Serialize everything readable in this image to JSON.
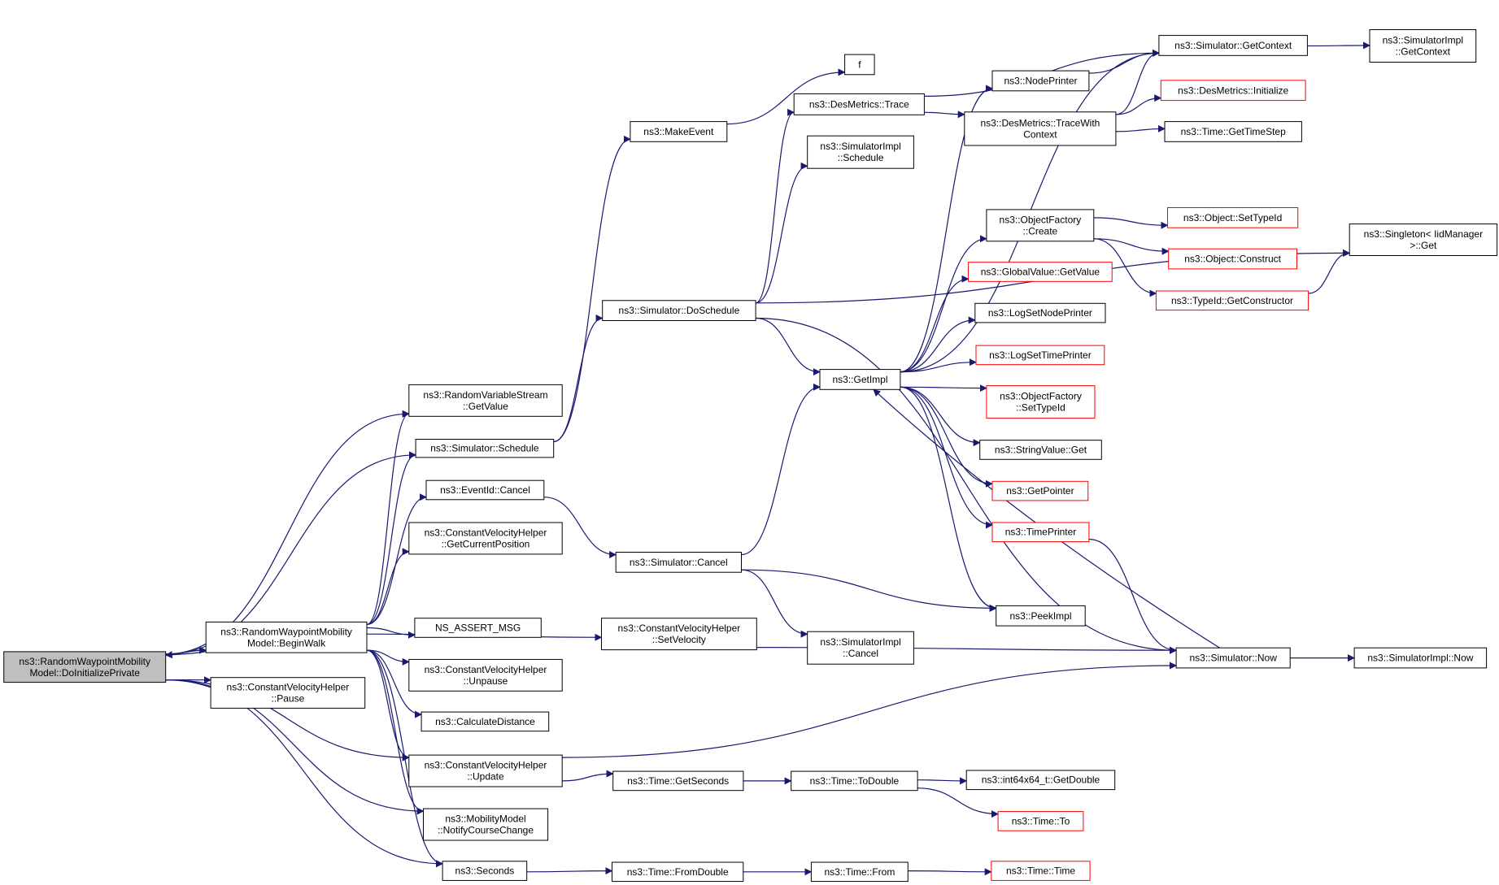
{
  "nodes": [
    {
      "id": "doinit",
      "lines": [
        "ns3::RandomWaypointMobility",
        "Model::DoInitializePrivate"
      ],
      "style": "root"
    },
    {
      "id": "beginwalk",
      "lines": [
        "ns3::RandomWaypointMobility",
        "Model::BeginWalk"
      ],
      "style": "normal"
    },
    {
      "id": "cvh_pause",
      "lines": [
        "ns3::ConstantVelocityHelper",
        "::Pause"
      ],
      "style": "normal"
    },
    {
      "id": "rvs_getvalue",
      "lines": [
        "ns3::RandomVariableStream",
        "::GetValue"
      ],
      "style": "normal"
    },
    {
      "id": "sim_schedule",
      "lines": [
        "ns3::Simulator::Schedule"
      ],
      "style": "normal"
    },
    {
      "id": "eventid_cancel",
      "lines": [
        "ns3::EventId::Cancel"
      ],
      "style": "normal"
    },
    {
      "id": "cvh_getcurpos",
      "lines": [
        "ns3::ConstantVelocityHelper",
        "::GetCurrentPosition"
      ],
      "style": "normal"
    },
    {
      "id": "ns_assert",
      "lines": [
        "NS_ASSERT_MSG"
      ],
      "style": "normal"
    },
    {
      "id": "cvh_unpause",
      "lines": [
        "ns3::ConstantVelocityHelper",
        "::Unpause"
      ],
      "style": "normal"
    },
    {
      "id": "calcdist",
      "lines": [
        "ns3::CalculateDistance"
      ],
      "style": "normal"
    },
    {
      "id": "cvh_update",
      "lines": [
        "ns3::ConstantVelocityHelper",
        "::Update"
      ],
      "style": "normal"
    },
    {
      "id": "mm_notify",
      "lines": [
        "ns3::MobilityModel",
        "::NotifyCourseChange"
      ],
      "style": "normal"
    },
    {
      "id": "seconds",
      "lines": [
        "ns3::Seconds"
      ],
      "style": "normal"
    },
    {
      "id": "makeevent",
      "lines": [
        "ns3::MakeEvent"
      ],
      "style": "normal"
    },
    {
      "id": "f",
      "lines": [
        "f"
      ],
      "style": "normal"
    },
    {
      "id": "sim_doschedule",
      "lines": [
        "ns3::Simulator::DoSchedule"
      ],
      "style": "normal"
    },
    {
      "id": "sim_cancel",
      "lines": [
        "ns3::Simulator::Cancel"
      ],
      "style": "normal"
    },
    {
      "id": "cvh_setvel",
      "lines": [
        "ns3::ConstantVelocityHelper",
        "::SetVelocity"
      ],
      "style": "normal"
    },
    {
      "id": "time_getseconds",
      "lines": [
        "ns3::Time::GetSeconds"
      ],
      "style": "normal"
    },
    {
      "id": "time_fromdouble",
      "lines": [
        "ns3::Time::FromDouble"
      ],
      "style": "normal"
    },
    {
      "id": "desm_trace",
      "lines": [
        "ns3::DesMetrics::Trace"
      ],
      "style": "normal"
    },
    {
      "id": "simimpl_schedule",
      "lines": [
        "ns3::SimulatorImpl",
        "::Schedule"
      ],
      "style": "normal"
    },
    {
      "id": "getimpl",
      "lines": [
        "ns3::GetImpl"
      ],
      "style": "normal"
    },
    {
      "id": "simimpl_cancel",
      "lines": [
        "ns3::SimulatorImpl",
        "::Cancel"
      ],
      "style": "normal"
    },
    {
      "id": "time_todouble",
      "lines": [
        "ns3::Time::ToDouble"
      ],
      "style": "normal"
    },
    {
      "id": "time_from",
      "lines": [
        "ns3::Time::From"
      ],
      "style": "normal"
    },
    {
      "id": "nodeprinter",
      "lines": [
        "ns3::NodePrinter"
      ],
      "style": "normal"
    },
    {
      "id": "desm_tracewithctx",
      "lines": [
        "ns3::DesMetrics::TraceWith",
        "Context"
      ],
      "style": "normal"
    },
    {
      "id": "of_create",
      "lines": [
        "ns3::ObjectFactory",
        "::Create"
      ],
      "style": "normal"
    },
    {
      "id": "gv_getvalue",
      "lines": [
        "ns3::GlobalValue::GetValue"
      ],
      "style": "red"
    },
    {
      "id": "logsetnodeprinter",
      "lines": [
        "ns3::LogSetNodePrinter"
      ],
      "style": "normal"
    },
    {
      "id": "logsettimeprinter",
      "lines": [
        "ns3::LogSetTimePrinter"
      ],
      "style": "red"
    },
    {
      "id": "of_settypeid",
      "lines": [
        "ns3::ObjectFactory",
        "::SetTypeId"
      ],
      "style": "red"
    },
    {
      "id": "stringvalue_get",
      "lines": [
        "ns3::StringValue::Get"
      ],
      "style": "normal"
    },
    {
      "id": "getpointer",
      "lines": [
        "ns3::GetPointer"
      ],
      "style": "red"
    },
    {
      "id": "timeprinter",
      "lines": [
        "ns3::TimePrinter"
      ],
      "style": "red"
    },
    {
      "id": "peekimpl",
      "lines": [
        "ns3::PeekImpl"
      ],
      "style": "normal"
    },
    {
      "id": "int64_getdouble",
      "lines": [
        "ns3::int64x64_t::GetDouble"
      ],
      "style": "normal"
    },
    {
      "id": "time_to",
      "lines": [
        "ns3::Time::To"
      ],
      "style": "red"
    },
    {
      "id": "time_time",
      "lines": [
        "ns3::Time::Time"
      ],
      "style": "red"
    },
    {
      "id": "sim_getcontext",
      "lines": [
        "ns3::Simulator::GetContext"
      ],
      "style": "normal"
    },
    {
      "id": "desm_initialize",
      "lines": [
        "ns3::DesMetrics::Initialize"
      ],
      "style": "red"
    },
    {
      "id": "time_gettimestep",
      "lines": [
        "ns3::Time::GetTimeStep"
      ],
      "style": "normal"
    },
    {
      "id": "obj_settypeid",
      "lines": [
        "ns3::Object::SetTypeId"
      ],
      "style": "red"
    },
    {
      "id": "obj_construct",
      "lines": [
        "ns3::Object::Construct"
      ],
      "style": "red"
    },
    {
      "id": "typeid_getctor",
      "lines": [
        "ns3::TypeId::GetConstructor"
      ],
      "style": "red"
    },
    {
      "id": "sim_now",
      "lines": [
        "ns3::Simulator::Now"
      ],
      "style": "normal"
    },
    {
      "id": "simimpl_getcontext",
      "lines": [
        "ns3::SimulatorImpl",
        "::GetContext"
      ],
      "style": "normal"
    },
    {
      "id": "singleton_get",
      "lines": [
        "ns3::Singleton< IidManager",
        " >::Get"
      ],
      "style": "normal"
    },
    {
      "id": "simimpl_now",
      "lines": [
        "ns3::SimulatorImpl::Now"
      ],
      "style": "normal"
    }
  ],
  "edges": [
    [
      "doinit",
      "beginwalk"
    ],
    [
      "doinit",
      "cvh_pause"
    ],
    [
      "doinit",
      "rvs_getvalue"
    ],
    [
      "doinit",
      "sim_schedule"
    ],
    [
      "doinit",
      "cvh_update"
    ],
    [
      "doinit",
      "mm_notify"
    ],
    [
      "doinit",
      "seconds"
    ],
    [
      "beginwalk",
      "doinit"
    ],
    [
      "beginwalk",
      "rvs_getvalue"
    ],
    [
      "beginwalk",
      "sim_schedule"
    ],
    [
      "beginwalk",
      "eventid_cancel"
    ],
    [
      "beginwalk",
      "cvh_getcurpos"
    ],
    [
      "beginwalk",
      "cvh_setvel"
    ],
    [
      "beginwalk",
      "ns_assert"
    ],
    [
      "beginwalk",
      "cvh_unpause"
    ],
    [
      "beginwalk",
      "calcdist"
    ],
    [
      "beginwalk",
      "cvh_update"
    ],
    [
      "beginwalk",
      "mm_notify"
    ],
    [
      "beginwalk",
      "seconds"
    ],
    [
      "sim_schedule",
      "makeevent"
    ],
    [
      "sim_schedule",
      "sim_doschedule"
    ],
    [
      "makeevent",
      "f"
    ],
    [
      "eventid_cancel",
      "sim_cancel"
    ],
    [
      "sim_doschedule",
      "desm_trace"
    ],
    [
      "sim_doschedule",
      "simimpl_schedule"
    ],
    [
      "sim_doschedule",
      "getimpl"
    ],
    [
      "sim_doschedule",
      "singleton_get"
    ],
    [
      "sim_doschedule",
      "sim_now"
    ],
    [
      "sim_cancel",
      "getimpl"
    ],
    [
      "sim_cancel",
      "simimpl_cancel"
    ],
    [
      "sim_cancel",
      "peekimpl"
    ],
    [
      "cvh_setvel",
      "sim_now"
    ],
    [
      "cvh_update",
      "sim_now"
    ],
    [
      "cvh_update",
      "time_getseconds"
    ],
    [
      "seconds",
      "time_fromdouble"
    ],
    [
      "time_getseconds",
      "time_todouble"
    ],
    [
      "time_fromdouble",
      "time_from"
    ],
    [
      "time_todouble",
      "int64_getdouble"
    ],
    [
      "time_todouble",
      "time_to"
    ],
    [
      "time_from",
      "time_time"
    ],
    [
      "desm_trace",
      "sim_getcontext"
    ],
    [
      "desm_trace",
      "desm_tracewithctx"
    ],
    [
      "getimpl",
      "sim_getcontext"
    ],
    [
      "getimpl",
      "nodeprinter"
    ],
    [
      "getimpl",
      "of_create"
    ],
    [
      "getimpl",
      "gv_getvalue"
    ],
    [
      "getimpl",
      "logsetnodeprinter"
    ],
    [
      "getimpl",
      "logsettimeprinter"
    ],
    [
      "getimpl",
      "of_settypeid"
    ],
    [
      "getimpl",
      "stringvalue_get"
    ],
    [
      "getimpl",
      "getpointer"
    ],
    [
      "getimpl",
      "timeprinter"
    ],
    [
      "getimpl",
      "peekimpl"
    ],
    [
      "nodeprinter",
      "sim_getcontext"
    ],
    [
      "desm_tracewithctx",
      "sim_getcontext"
    ],
    [
      "desm_tracewithctx",
      "desm_initialize"
    ],
    [
      "desm_tracewithctx",
      "time_gettimestep"
    ],
    [
      "of_create",
      "obj_settypeid"
    ],
    [
      "of_create",
      "obj_construct"
    ],
    [
      "of_create",
      "typeid_getctor"
    ],
    [
      "typeid_getctor",
      "singleton_get"
    ],
    [
      "timeprinter",
      "sim_now"
    ],
    [
      "sim_now",
      "getimpl"
    ],
    [
      "sim_now",
      "simimpl_now"
    ],
    [
      "sim_getcontext",
      "simimpl_getcontext"
    ]
  ],
  "colors": {
    "edge": "#191970",
    "node_border": "#000000",
    "red_border": "#ff0000",
    "root_fill": "#bfbfbf"
  }
}
